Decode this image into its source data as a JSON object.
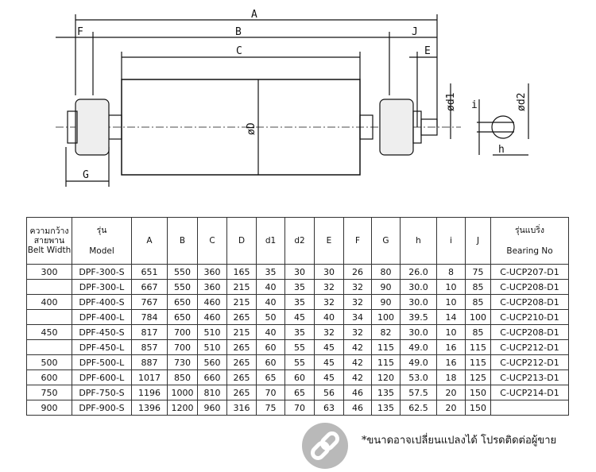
{
  "drawing": {
    "labels": {
      "A": "A",
      "B": "B",
      "C": "C",
      "F": "F",
      "J": "J",
      "E": "E",
      "G": "G",
      "D": "øD",
      "d1": "ød1",
      "d2": "ød2",
      "i": "i",
      "h": "h"
    }
  },
  "table": {
    "headers": [
      {
        "th": "ความกว้าง สายพาน",
        "en": "Belt Width"
      },
      {
        "th": "รุ่น",
        "en": "Model"
      },
      {
        "th": "A"
      },
      {
        "th": "B"
      },
      {
        "th": "C"
      },
      {
        "th": "D"
      },
      {
        "th": "d1"
      },
      {
        "th": "d2"
      },
      {
        "th": "E"
      },
      {
        "th": "F"
      },
      {
        "th": "G"
      },
      {
        "th": "h"
      },
      {
        "th": "i"
      },
      {
        "th": "J"
      },
      {
        "th": "รุ่นแบริ่ง",
        "en": "Bearing No"
      }
    ],
    "rows": [
      [
        "300",
        "DPF-300-S",
        "651",
        "550",
        "360",
        "165",
        "35",
        "30",
        "30",
        "26",
        "80",
        "26.0",
        "8",
        "75",
        "C-UCP207-D1"
      ],
      [
        "",
        "DPF-300-L",
        "667",
        "550",
        "360",
        "215",
        "40",
        "35",
        "32",
        "32",
        "90",
        "30.0",
        "10",
        "85",
        "C-UCP208-D1"
      ],
      [
        "400",
        "DPF-400-S",
        "767",
        "650",
        "460",
        "215",
        "40",
        "35",
        "32",
        "32",
        "90",
        "30.0",
        "10",
        "85",
        "C-UCP208-D1"
      ],
      [
        "",
        "DPF-400-L",
        "784",
        "650",
        "460",
        "265",
        "50",
        "45",
        "40",
        "34",
        "100",
        "39.5",
        "14",
        "100",
        "C-UCP210-D1"
      ],
      [
        "450",
        "DPF-450-S",
        "817",
        "700",
        "510",
        "215",
        "40",
        "35",
        "32",
        "32",
        "82",
        "30.0",
        "10",
        "85",
        "C-UCP208-D1"
      ],
      [
        "",
        "DPF-450-L",
        "857",
        "700",
        "510",
        "265",
        "60",
        "55",
        "45",
        "42",
        "115",
        "49.0",
        "16",
        "115",
        "C-UCP212-D1"
      ],
      [
        "500",
        "DPF-500-L",
        "887",
        "730",
        "560",
        "265",
        "60",
        "55",
        "45",
        "42",
        "115",
        "49.0",
        "16",
        "115",
        "C-UCP212-D1"
      ],
      [
        "600",
        "DPF-600-L",
        "1017",
        "850",
        "660",
        "265",
        "65",
        "60",
        "45",
        "42",
        "120",
        "53.0",
        "18",
        "125",
        "C-UCP213-D1"
      ],
      [
        "750",
        "DPF-750-S",
        "1196",
        "1000",
        "810",
        "265",
        "70",
        "65",
        "56",
        "46",
        "135",
        "57.5",
        "20",
        "150",
        "C-UCP214-D1"
      ],
      [
        "900",
        "DPF-900-S",
        "1396",
        "1200",
        "960",
        "316",
        "75",
        "70",
        "63",
        "46",
        "135",
        "62.5",
        "20",
        "150",
        ""
      ]
    ]
  },
  "note": "*ขนาดอาจเปลี่ยนแปลงได้ โปรดติดต่อผู้ขาย"
}
